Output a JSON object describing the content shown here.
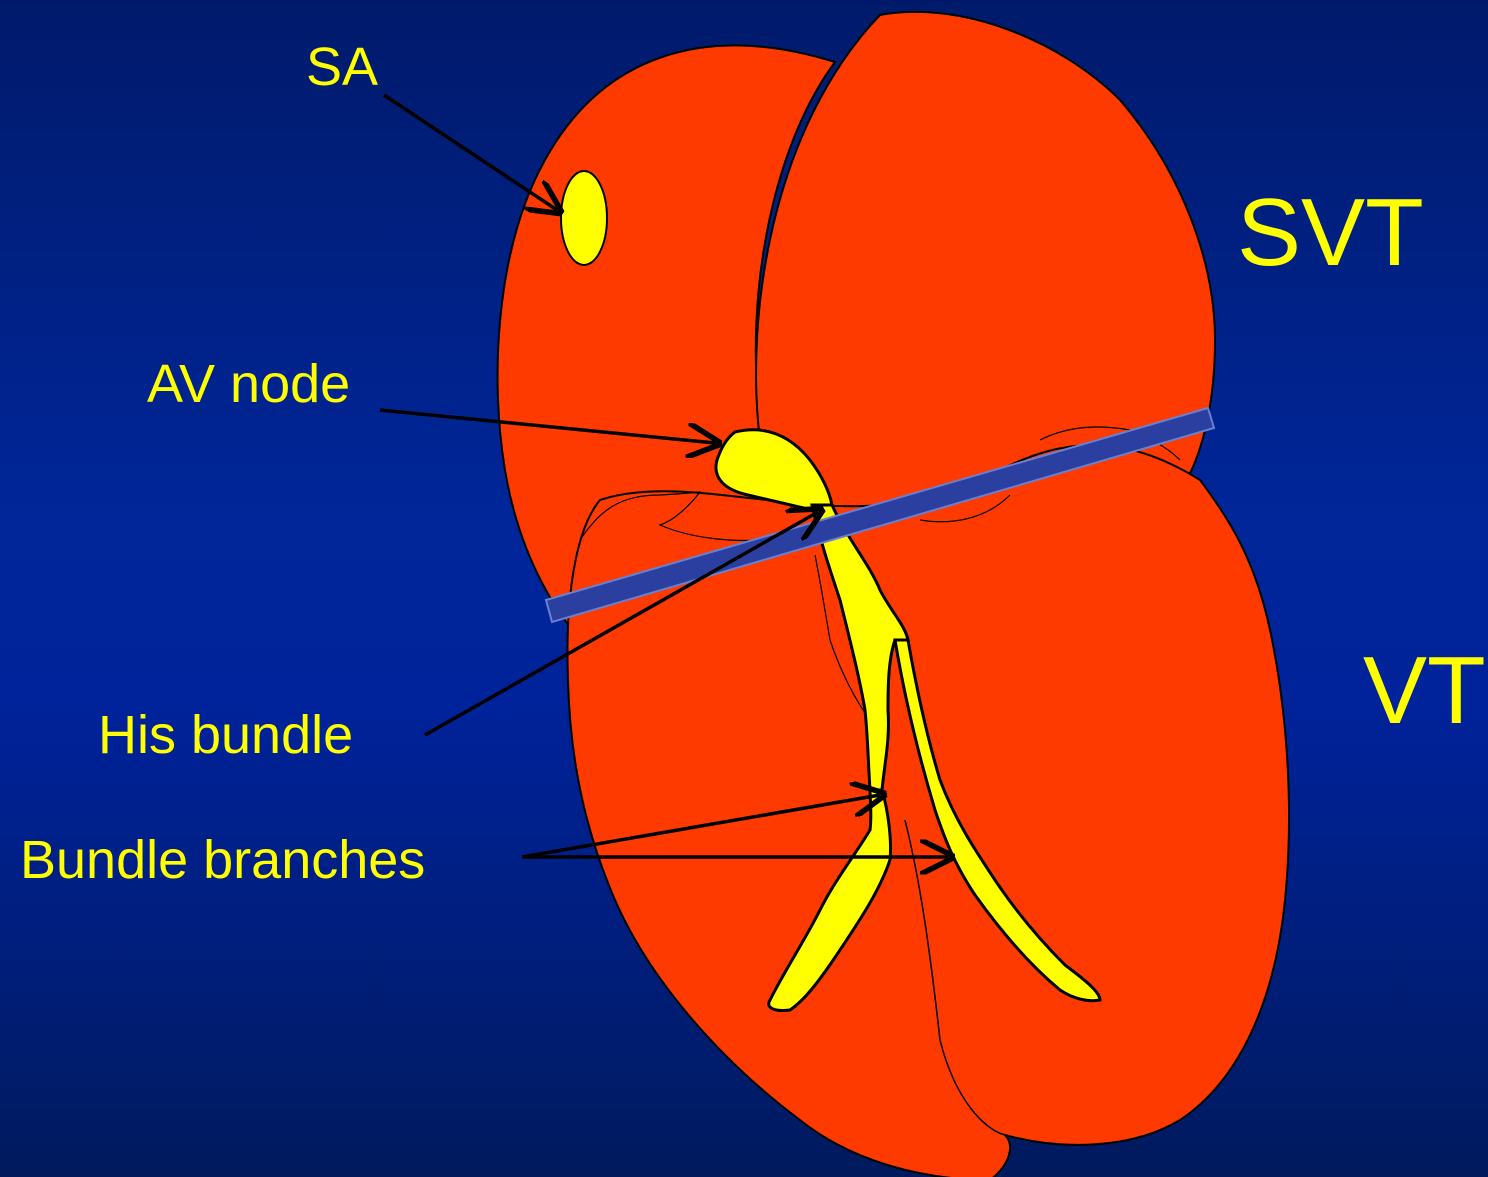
{
  "labels": {
    "sa": "SA",
    "av_node": "AV node",
    "his_bundle": "His bundle",
    "bundle_branches": "Bundle branches",
    "svt": "SVT",
    "vt": "VT"
  },
  "colors": {
    "background": "#00239a",
    "heart": "#ff3a00",
    "conduction": "#ffff00",
    "divider": "#2a3fa0",
    "text": "#ffff00"
  }
}
